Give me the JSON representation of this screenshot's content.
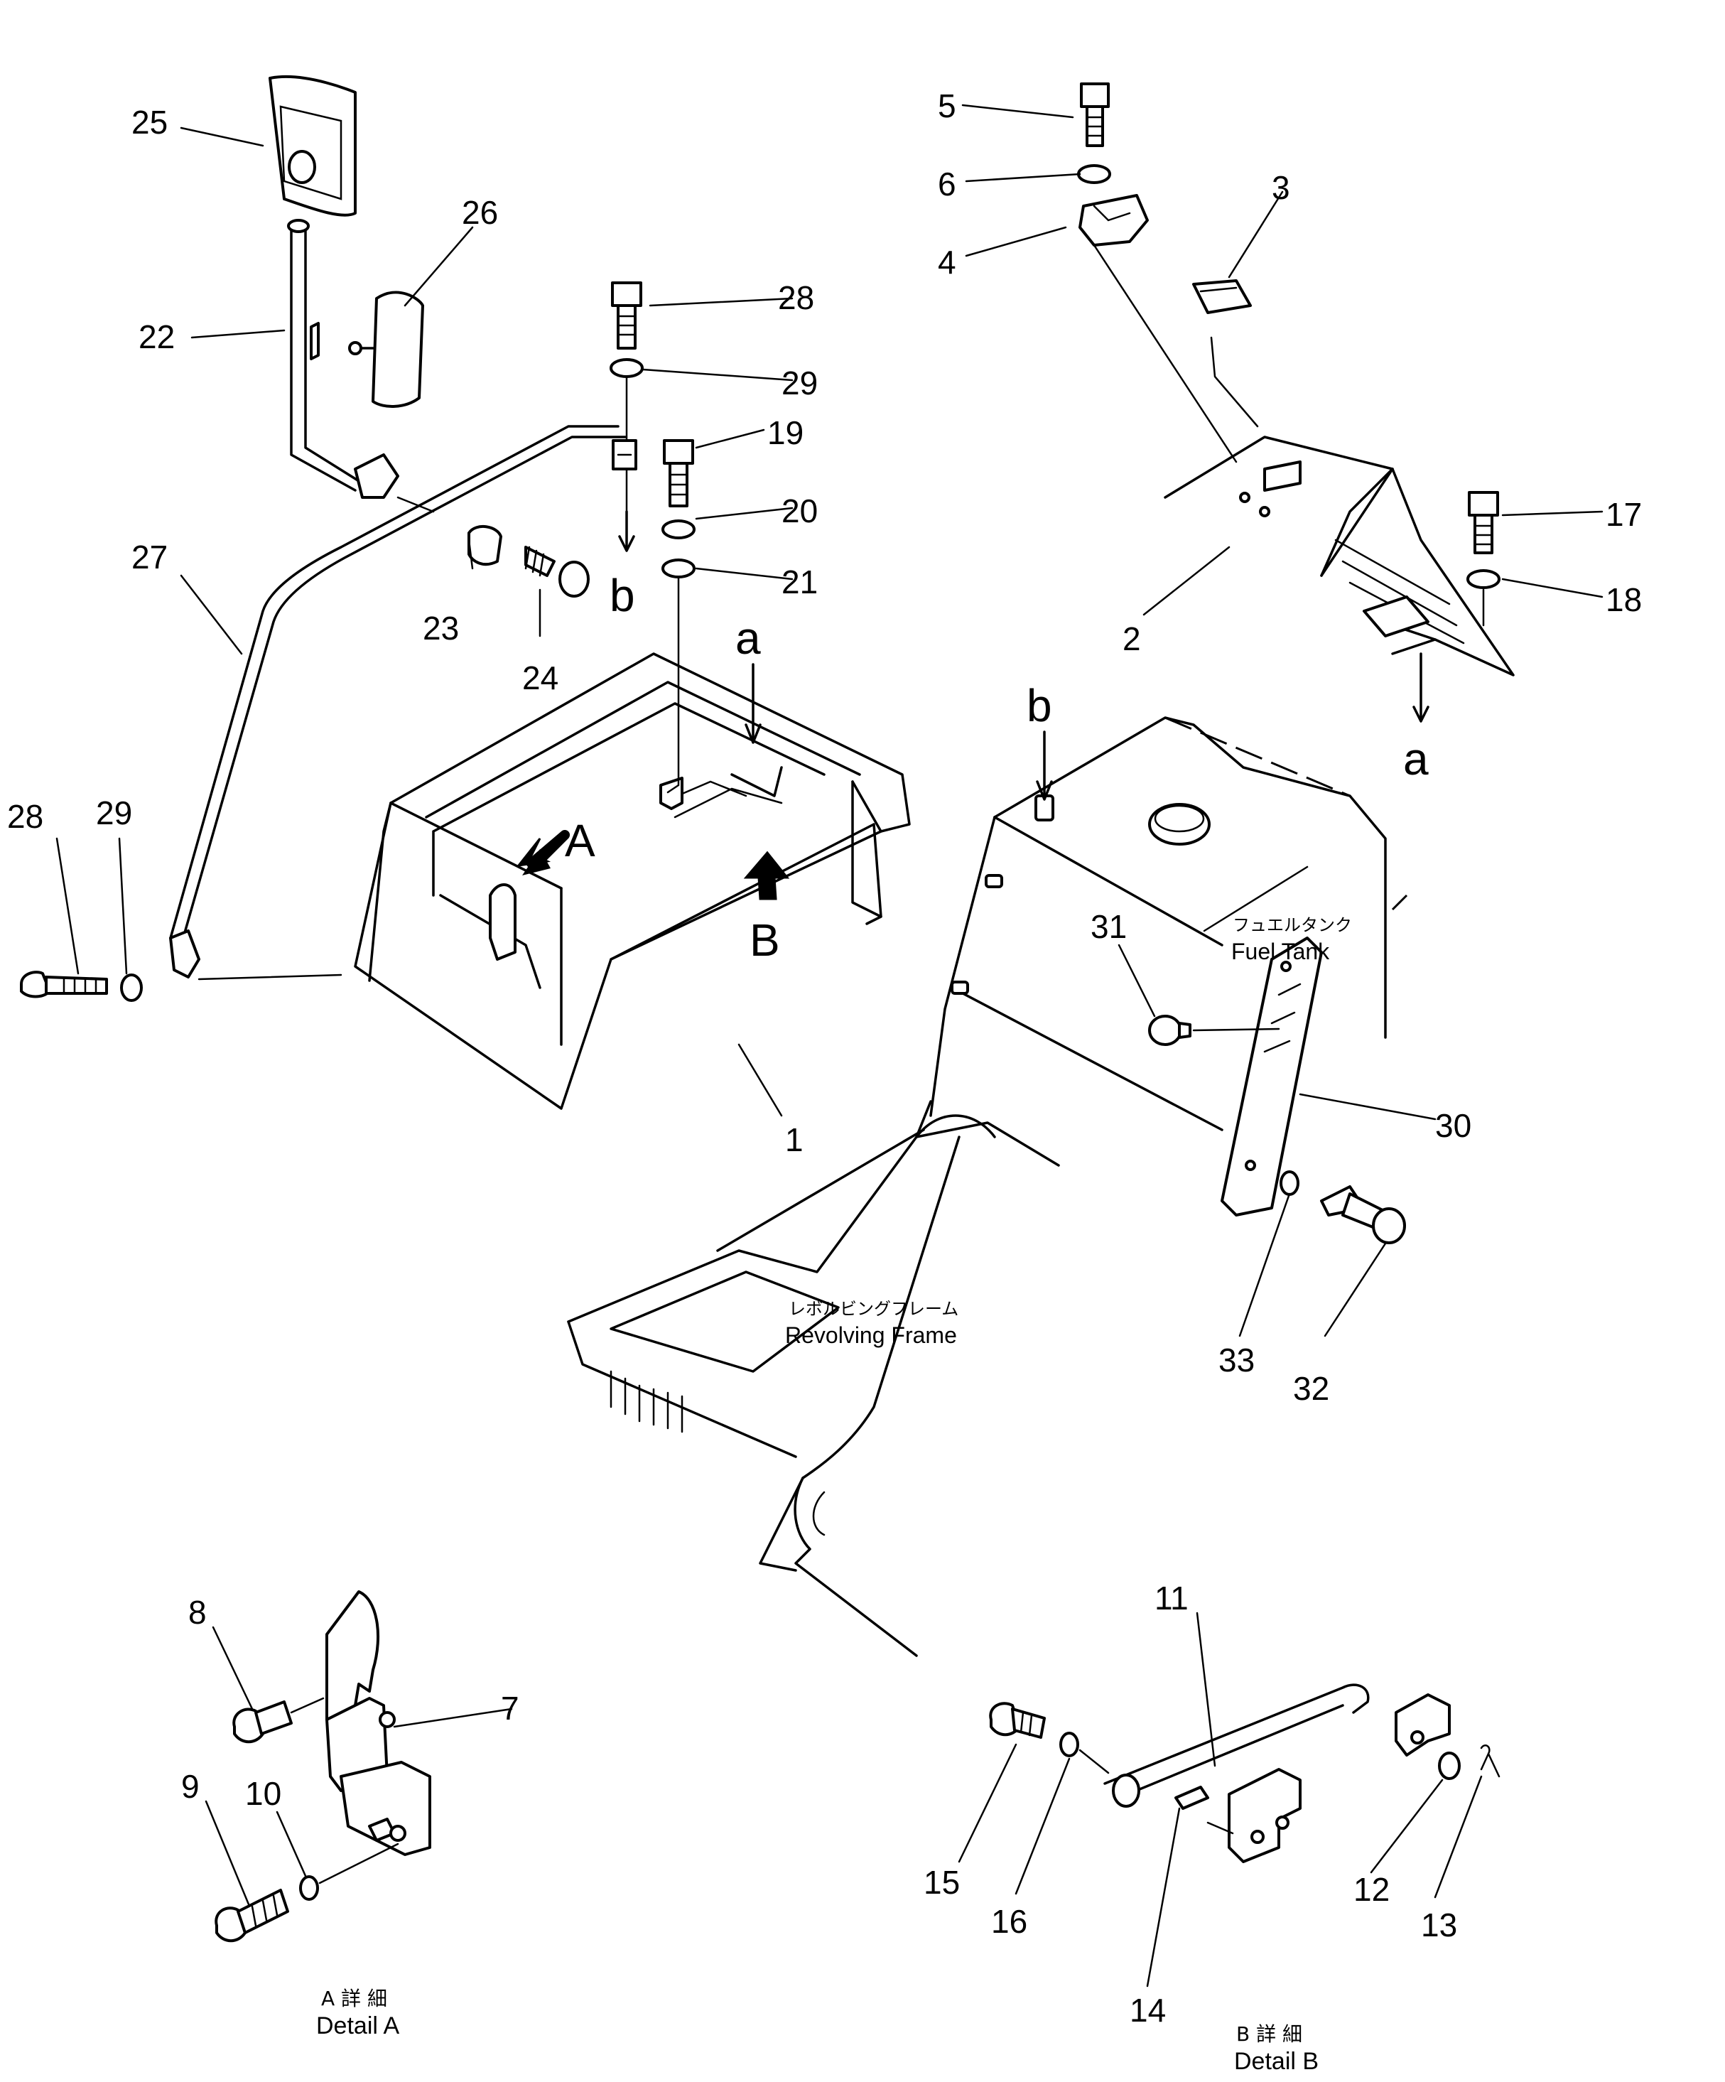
{
  "callouts": {
    "p1": "1",
    "p2": "2",
    "p3": "3",
    "p4": "4",
    "p5": "5",
    "p6": "6",
    "p7": "7",
    "p8": "8",
    "p9": "9",
    "p10": "10",
    "p11": "11",
    "p12": "12",
    "p13": "13",
    "p14": "14",
    "p15": "15",
    "p16": "16",
    "p17": "17",
    "p18": "18",
    "p19": "19",
    "p20": "20",
    "p21": "21",
    "p22": "22",
    "p23": "23",
    "p24": "24",
    "p25": "25",
    "p26": "26",
    "p27": "27",
    "p28": "28",
    "p29": "29",
    "p30": "30",
    "p31": "31",
    "p32": "32",
    "p33": "33"
  },
  "markers": {
    "a": "a",
    "b": "b",
    "A": "A",
    "B": "B"
  },
  "labels": {
    "fuel_tank_jp": "フュエルタンク",
    "fuel_tank_en": "Fuel Tank",
    "revolving_frame_jp": "レボルビングフレーム",
    "revolving_frame_en": "Revolving Frame",
    "detail_a_jp": "A 詳 細",
    "detail_a_en": "Detail A",
    "detail_b_jp": "B 詳 細",
    "detail_b_en": "Detail B"
  }
}
